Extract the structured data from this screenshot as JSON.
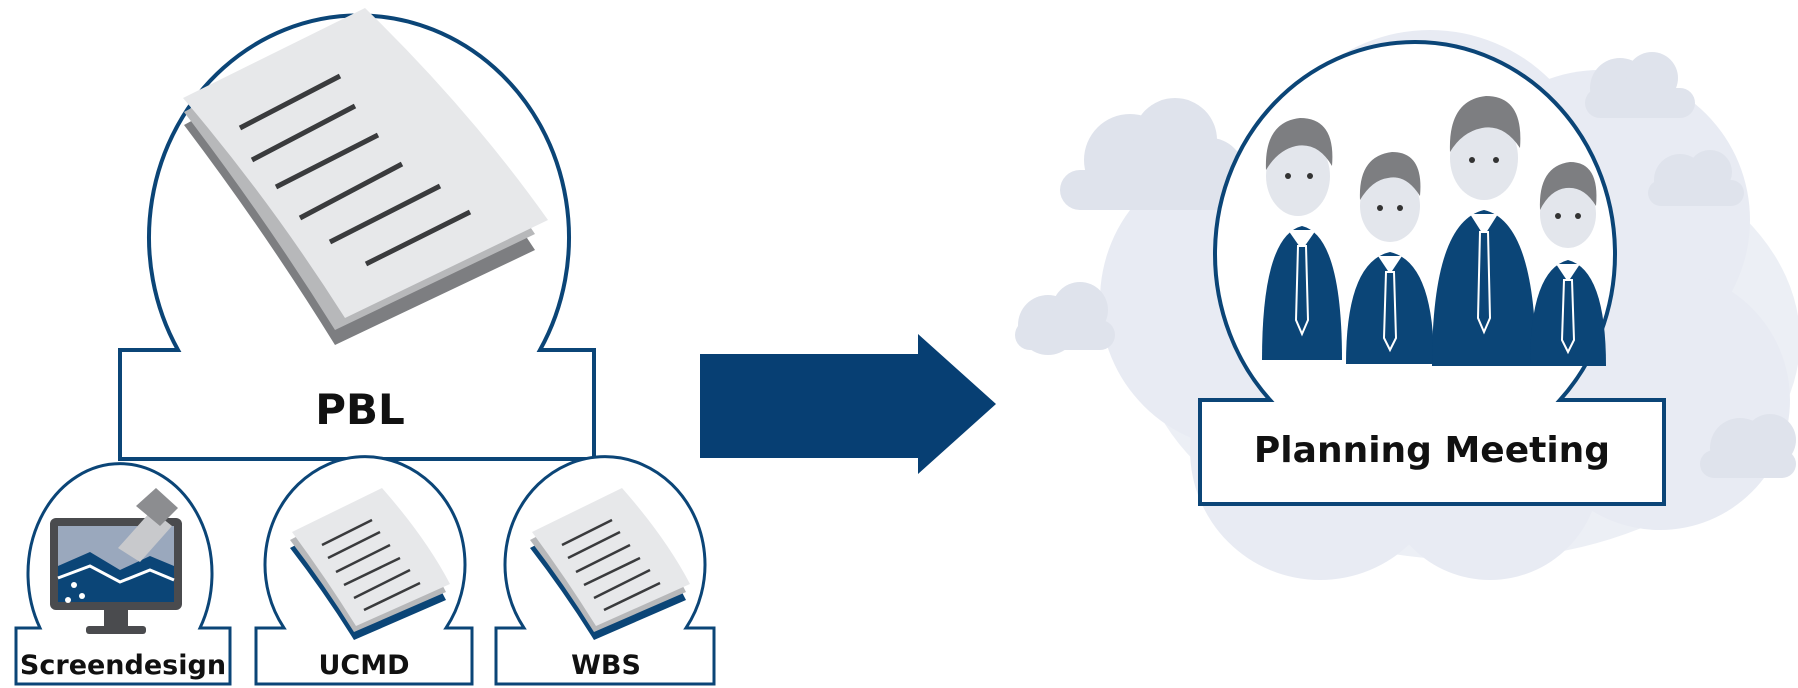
{
  "colors": {
    "navy": "#0b4577",
    "arrow": "#073f73",
    "cloud": "#e6e9f1",
    "cloud_light": "#edf0f6",
    "paper": "#e7e8ea",
    "paper_shadow1": "#b7b8ba",
    "paper_shadow2": "#7d7e81",
    "text": "#111111"
  },
  "pbl": {
    "label": "PBL",
    "icon": "document-icon"
  },
  "inputs": [
    {
      "label": "Screendesign",
      "icon": "monitor-paintbrush-icon"
    },
    {
      "label": "UCMD",
      "icon": "document-icon"
    },
    {
      "label": "WBS",
      "icon": "document-icon"
    }
  ],
  "arrow": {
    "icon": "right-arrow-icon"
  },
  "meeting": {
    "label": "Planning Meeting",
    "icon": "people-group-icon"
  }
}
